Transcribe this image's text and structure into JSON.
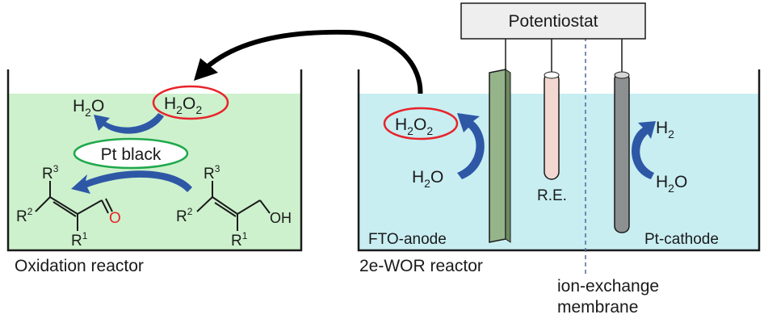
{
  "colors": {
    "oxidation_liquid": "#cdf1cd",
    "wor_liquid": "#c8eef2",
    "arrow_blue": "#2e58a6",
    "highlight_red": "#e8232a",
    "catalyst_green": "#1fa84b",
    "anode": "#96b48a",
    "reference": "#f2d8d0",
    "cathode": "#8d9090",
    "potentiostat_box": "#eeeeee"
  },
  "potentiostat": {
    "label": "Potentiostat"
  },
  "oxidation_reactor": {
    "caption": "Oxidation reactor",
    "catalyst": "Pt black",
    "water": {
      "main": "H",
      "sub": "2",
      "tail": "O"
    },
    "peroxide": {
      "main": "H",
      "sub1": "2",
      "mid": "O",
      "sub2": "2"
    },
    "aldehyde": {
      "r3": "R",
      "r3_sup": "3",
      "r2": "R",
      "r2_sup": "2",
      "r1": "R",
      "r1_sup": "1",
      "o": "O"
    },
    "alcohol": {
      "r3": "R",
      "r3_sup": "3",
      "r2": "R",
      "r2_sup": "2",
      "r1": "R",
      "r1_sup": "1",
      "oh": "OH"
    }
  },
  "wor_reactor": {
    "caption": "2e-WOR reactor",
    "anode_label": "FTO-anode",
    "cathode_label": "Pt-cathode",
    "reference_label": "R.E.",
    "membrane_label_line1": "ion-exchange",
    "membrane_label_line2": "membrane",
    "peroxide": {
      "main": "H",
      "sub1": "2",
      "mid": "O",
      "sub2": "2"
    },
    "anode_water": {
      "main": "H",
      "sub": "2",
      "tail": "O"
    },
    "hydrogen": {
      "main": "H",
      "sub": "2"
    },
    "cathode_water": {
      "main": "H",
      "sub": "2",
      "tail": "O"
    }
  }
}
